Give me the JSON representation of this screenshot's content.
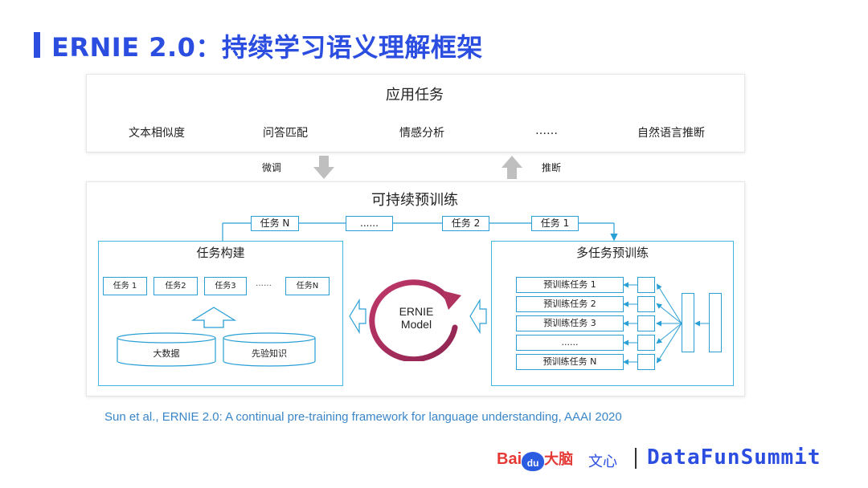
{
  "title": "ERNIE 2.0：持续学习语义理解框架",
  "app_panel": {
    "heading": "应用任务",
    "tasks": [
      "文本相似度",
      "问答匹配",
      "情感分析",
      "……",
      "自然语言推断"
    ]
  },
  "arrows": {
    "down_label": "微调",
    "up_label": "推断"
  },
  "continual": {
    "heading": "可持续预训练",
    "chain": [
      "任务 N",
      "......",
      "任务 2",
      "任务 1"
    ]
  },
  "task_build": {
    "heading": "任务构建",
    "tasks": [
      "任务 1",
      "任务2",
      "任务3",
      "……",
      "任务N"
    ],
    "sources": [
      "大数据",
      "先验知识"
    ]
  },
  "model": {
    "line1": "ERNIE",
    "line2": "Model"
  },
  "multi": {
    "heading": "多任务预训练",
    "tasks": [
      "预训练任务 1",
      "预训练任务 2",
      "预训练任务 3",
      "......",
      "预训练任务 N"
    ]
  },
  "citation": "Sun et al., ERNIE 2.0: A continual pre-training framework for language understanding, AAAI 2020",
  "footer": {
    "baidu_a": "Bai",
    "baidu_b": "du",
    "baidu_c": "大脑",
    "wenxin": "文心",
    "brand": "DataFunSummit"
  },
  "colors": {
    "title": "#2b4ee0",
    "line": "#2a9fd6",
    "ring": "#b0325f"
  }
}
